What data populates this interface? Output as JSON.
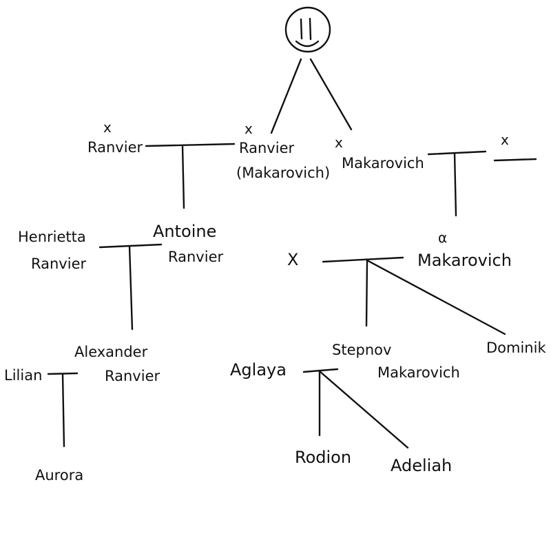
{
  "diagram": {
    "root_symbol": "smiley-face-in-circle",
    "nodes": {
      "ranvier_top": {
        "mark": "x",
        "label": "Ranvier"
      },
      "ranvier_makarovich": {
        "mark": "x",
        "line1": "Ranvier",
        "line2": "(Makarovich)"
      },
      "makarovich_top": {
        "mark": "x",
        "label": "Makarovich"
      },
      "spouse_unnamed": {
        "mark": "x"
      },
      "henrietta": {
        "line1": "Henrietta",
        "line2": "Ranvier"
      },
      "antoine": {
        "line1": "Antoine",
        "line2": "Ranvier"
      },
      "x_left_spouse": {
        "mark": "X"
      },
      "makarovich_mid": {
        "mark": "α",
        "label": "Makarovich"
      },
      "lilian": {
        "label": "Lilian"
      },
      "alexander": {
        "line1": "Alexander",
        "line2": "Ranvier"
      },
      "aglaya": {
        "label": "Aglaya"
      },
      "stepnov": {
        "line1": "Stepnov",
        "line2": "Makarovich"
      },
      "dominik": {
        "label": "Dominik"
      },
      "aurora": {
        "label": "Aurora"
      },
      "rodion": {
        "label": "Rodion"
      },
      "adeliah": {
        "label": "Adeliah"
      }
    }
  }
}
